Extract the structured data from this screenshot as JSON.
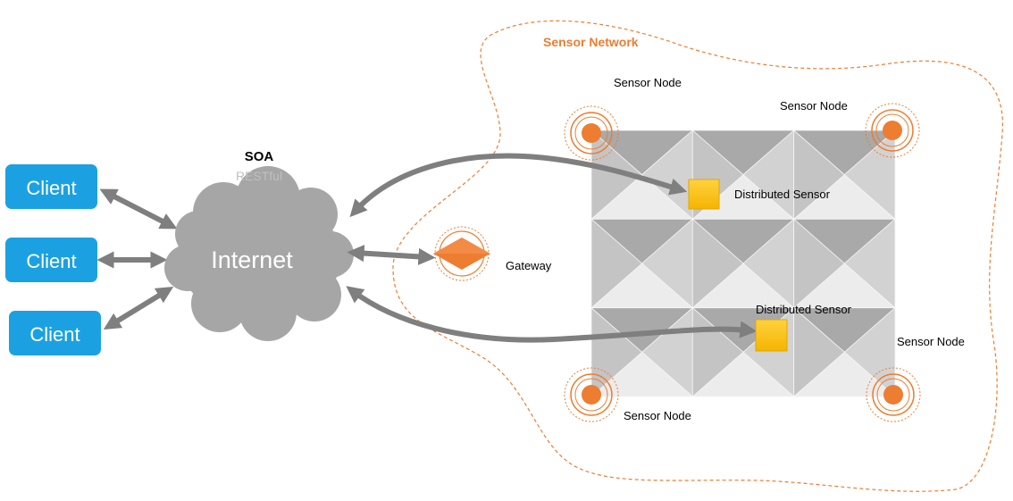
{
  "clients": [
    {
      "label": "Client"
    },
    {
      "label": "Client"
    },
    {
      "label": "Client"
    }
  ],
  "internet": {
    "label": "Internet"
  },
  "soa": {
    "title": "SOA",
    "subtitle": "RESTful"
  },
  "sensor_network": {
    "label": "Sensor Network"
  },
  "gateway": {
    "label": "Gateway"
  },
  "sensor_nodes": [
    {
      "label": "Sensor Node"
    },
    {
      "label": "Sensor Node"
    },
    {
      "label": "Sensor Node"
    },
    {
      "label": "Sensor Node"
    }
  ],
  "distributed_sensors": [
    {
      "label": "Distributed Sensor"
    },
    {
      "label": "Distributed Sensor"
    }
  ],
  "colors": {
    "client_blue": "#1ba1e2",
    "cloud_gray": "#a6a6a6",
    "arrow_gray": "#7f7f7f",
    "accent_orange": "#ed7d31",
    "sensor_yellow": "#ffc000",
    "grid_light": "#e7e7e7",
    "grid_dark": "#bdbdbd"
  }
}
